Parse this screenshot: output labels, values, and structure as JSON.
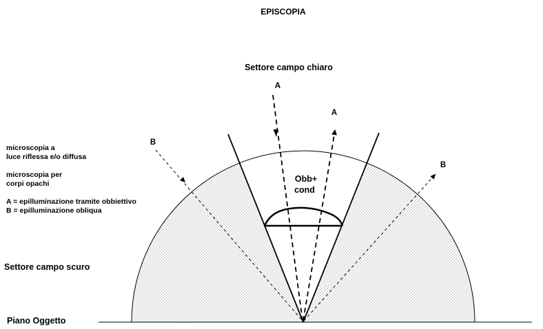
{
  "title": "EPISCOPIA",
  "labels": {
    "bright_field": "Settore campo chiaro",
    "dark_field": "Settore campo scuro",
    "object_plane": "Piano Oggetto",
    "objective_line1": "Obb+",
    "objective_line2": "cond",
    "ray_a_incident": "A",
    "ray_a_reflected": "A",
    "ray_b_incident": "B",
    "ray_b_reflected": "B"
  },
  "notes": {
    "line1": "microscopia a",
    "line2": "luce riflessa e/o diffusa",
    "line3": "microscopia per",
    "line4": "corpi opachi",
    "line5": "A = epilluminazione tramite obbiettivo",
    "line6": "B = epilluminazione obliqua"
  },
  "colors": {
    "ink": "#000000",
    "dot": "#555555",
    "background": "#ffffff"
  }
}
